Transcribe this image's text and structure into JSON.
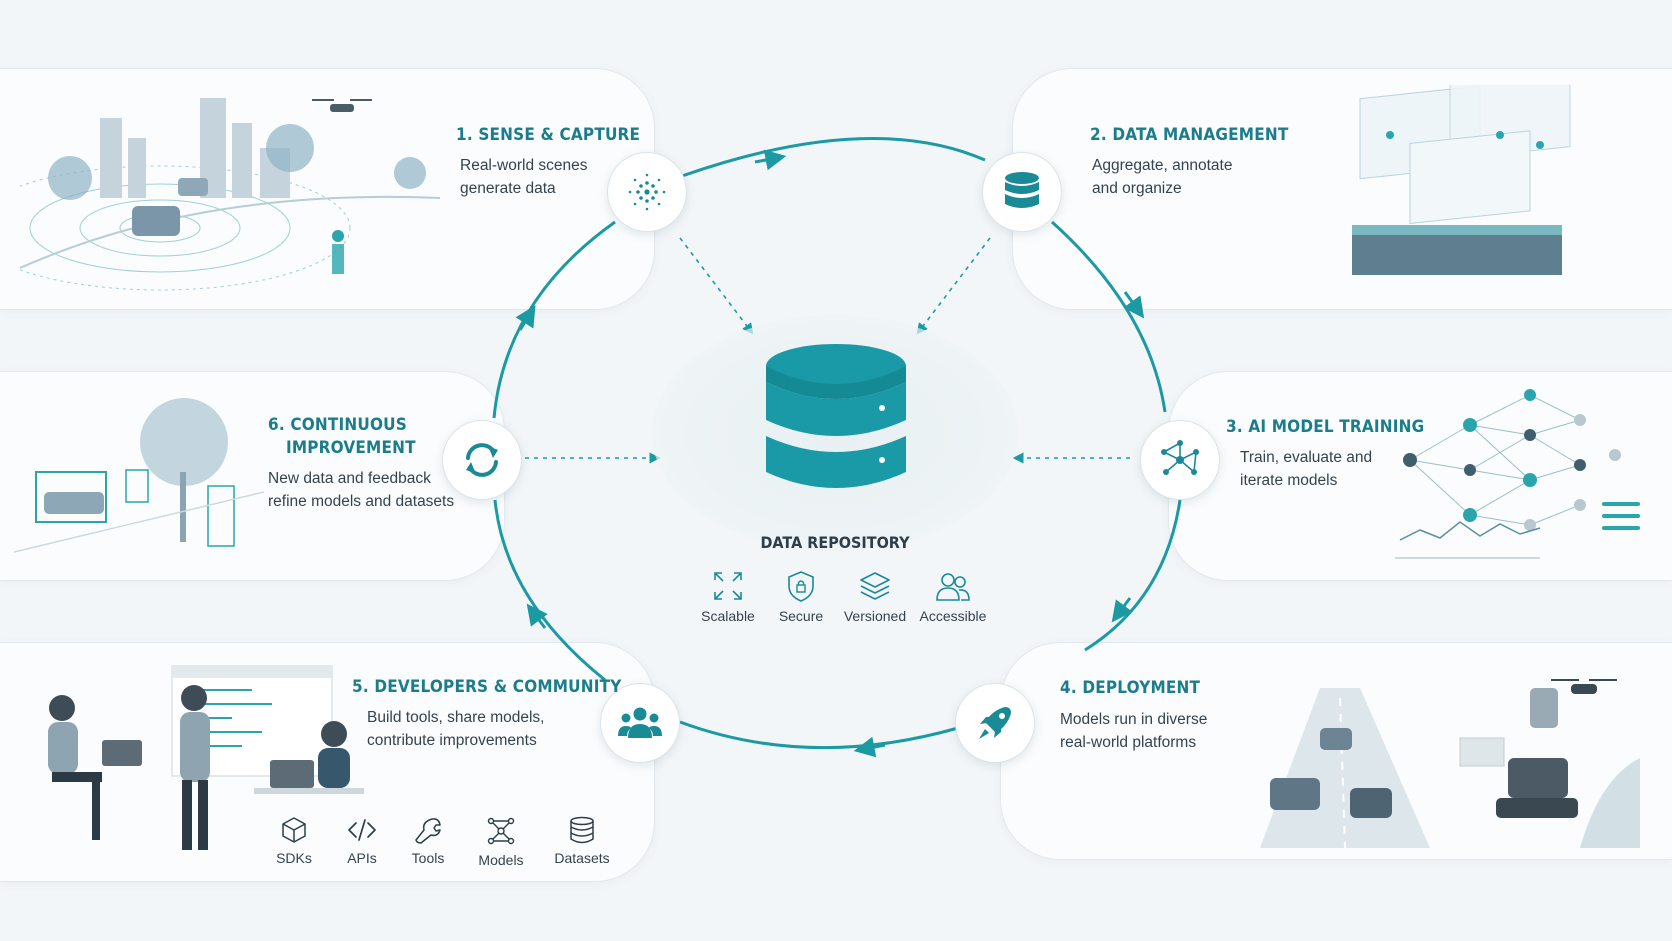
{
  "steps": {
    "s1": {
      "title": "1. SENSE & CAPTURE",
      "desc1": "Real-world scenes",
      "desc2": "generate data",
      "icon": "radial-dots-icon"
    },
    "s2": {
      "title": "2. DATA MANAGEMENT",
      "desc1": "Aggregate, annotate",
      "desc2": "and organize",
      "icon": "database-icon"
    },
    "s3": {
      "title": "3. AI MODEL TRAINING",
      "desc1": "Train, evaluate and",
      "desc2": "iterate models",
      "icon": "network-icon"
    },
    "s4": {
      "title": "4.  DEPLOYMENT",
      "desc1": "Models run in diverse",
      "desc2": "real-world platforms",
      "icon": "rocket-icon"
    },
    "s5": {
      "title": "5. DEVELOPERS & COMMUNITY",
      "desc1": "Build tools, share models,",
      "desc2": "contribute improvements",
      "icon": "users-icon"
    },
    "s6": {
      "title1": "6. CONTINUOUS",
      "title2": "IMPROVEMENT",
      "desc1": "New data and feedback",
      "desc2": "refine models and datasets",
      "icon": "refresh-icon"
    }
  },
  "repository": {
    "title": "DATA REPOSITORY",
    "features": [
      {
        "label": "Scalable",
        "icon": "expand-icon"
      },
      {
        "label": "Secure",
        "icon": "shield-icon"
      },
      {
        "label": "Versioned",
        "icon": "layers-icon"
      },
      {
        "label": "Accessible",
        "icon": "users-outline-icon"
      }
    ]
  },
  "tools": [
    {
      "label": "SDKs",
      "icon": "cube-icon"
    },
    {
      "label": "APIs",
      "icon": "code-icon"
    },
    {
      "label": "Tools",
      "icon": "wrench-icon"
    },
    {
      "label": "Models",
      "icon": "model-graph-icon"
    },
    {
      "label": "Datasets",
      "icon": "datasets-icon"
    }
  ],
  "colors": {
    "accent": "#1b8a97",
    "title": "#1b7d8c",
    "text": "#34434d",
    "background": "#f3f6f8"
  }
}
